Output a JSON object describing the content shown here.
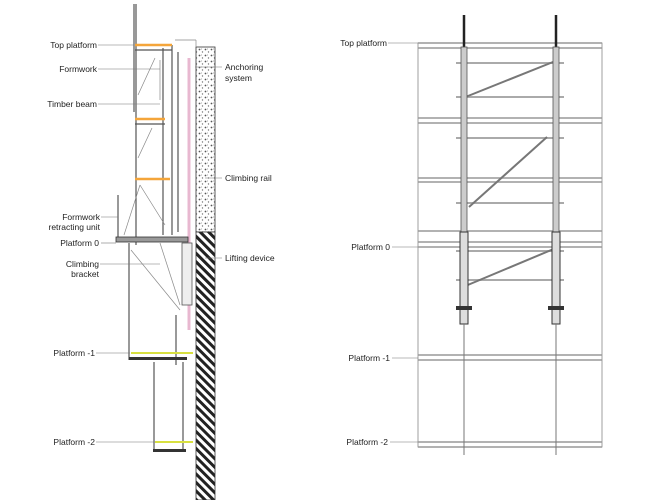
{
  "left_view": {
    "labels": {
      "top_platform": "Top platform",
      "formwork": "Formwork",
      "timber_beam": "Timber beam",
      "anchoring_system": [
        "Anchoring",
        "system"
      ],
      "climbing_rail": "Climbing rail",
      "formwork_retracting_unit": [
        "Formwork",
        "retracting unit"
      ],
      "platform_0": "Platform  0",
      "lifting_device": "Lifting device",
      "climbing_bracket": [
        "Climbing",
        "bracket"
      ],
      "platform_minus_1": "Platform -1",
      "platform_minus_2": "Platform -2"
    }
  },
  "right_view": {
    "labels": {
      "top_platform": "Top platform",
      "platform_0": "Platform  0",
      "platform_minus_1": "Platform -1",
      "platform_minus_2": "Platform -2"
    }
  },
  "colors": {
    "platform_orange": "#f4a53a",
    "platform_yellow": "#d8e040",
    "climbing_rail_pink": "#e8b8d0",
    "structure": "#555555"
  }
}
